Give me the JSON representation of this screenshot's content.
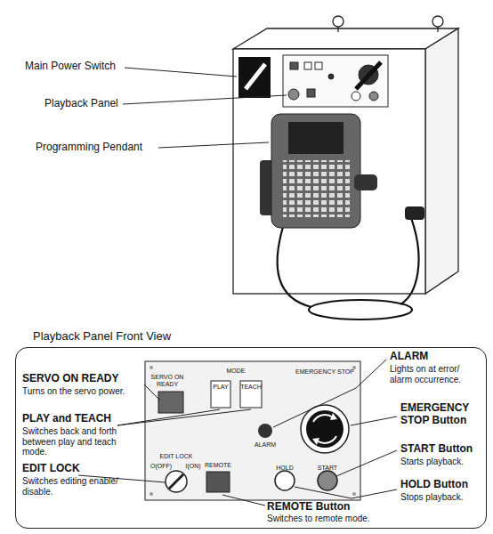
{
  "diagram": {
    "nodes": [
      {
        "text": [
          "Playback Panel Front View"
        ]
      }
    ],
    "labels": [
      "Main Power Switch",
      "Playback Panel",
      "Programming Pendant",
      "SERVO ON READY",
      "Turns on the servo power.",
      "PLAY and TEACH",
      "Switches back and forth between play and teach mode.",
      "EDIT LOCK",
      "Switches editing enable/ disable.",
      "REMOTE Button",
      "Switches to remote mode.",
      "ALARM",
      "Lights on at error/ alarm occurrence.",
      "EMERGENCY STOP Button",
      "START Button",
      "Starts playback.",
      "HOLD Button",
      "Stops playback.",
      "SERVO ON READY",
      "MODE",
      "PLAY",
      "TEACH",
      "EMERGENCY STOP",
      "EDIT LOCK",
      "O(OFF)",
      "I(ON)",
      "REMOTE",
      "ALARM",
      "HOLD",
      "START"
    ]
  }
}
